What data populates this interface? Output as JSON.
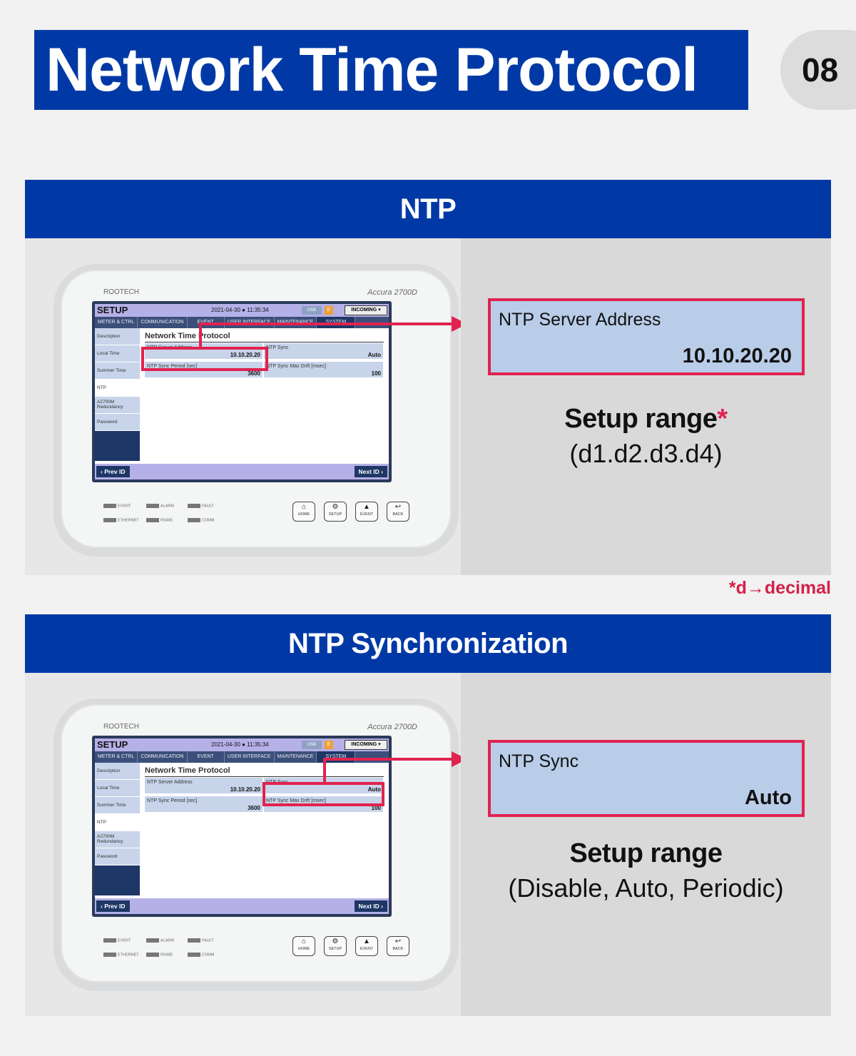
{
  "header": {
    "title": "Network Time Protocol",
    "page_number": "08"
  },
  "note": "*d→decimal",
  "colors": {
    "brand_blue": "#0039a6",
    "highlight_red": "#e0234f",
    "callout_bg": "#b9cde9"
  },
  "device": {
    "brand": "ROOTECH",
    "model": "Accura 2700D",
    "screen_title": "SETUP",
    "date": "2021-04-30",
    "time": "11:35:34",
    "usb_label": "USB",
    "e_badge": "E",
    "incoming_label": "INCOMING",
    "tabs": [
      "METER & CTRL",
      "COMMUNICATION",
      "EVENT",
      "USER INTERFACE",
      "MAINTENANCE",
      "SYSTEM"
    ],
    "side_items": [
      "Description",
      "Local Time",
      "Summer Time",
      "NTP",
      "A2700M Redundancy",
      "Password"
    ],
    "page_heading": "Network Time Protocol",
    "fields": [
      {
        "label": "NTP Server Address",
        "value": "10.10.20.20"
      },
      {
        "label": "NTP Sync",
        "value": "Auto"
      },
      {
        "label": "NTP Sync Period [sec]",
        "value": "3600"
      },
      {
        "label": "NTP Sync Max Drift [msec]",
        "value": "100"
      }
    ],
    "prev_label": "Prev ID",
    "next_label": "Next ID",
    "leds": [
      "EVENT",
      "ALARM",
      "FAULT",
      "ETHERNET",
      "RS485",
      "COMM"
    ],
    "hw_buttons": [
      "HOME",
      "SETUP",
      "EVENT",
      "BACK"
    ]
  },
  "sections": [
    {
      "heading": "NTP",
      "callout_label": "NTP Server Address",
      "callout_value": "10.10.20.20",
      "range_title": "Setup range",
      "range_mark": "*",
      "range_values": "(d1.d2.d3.d4)"
    },
    {
      "heading": "NTP Synchronization",
      "callout_label": "NTP Sync",
      "callout_value": "Auto",
      "range_title": "Setup range",
      "range_mark": "",
      "range_values": "(Disable, Auto, Periodic)"
    }
  ]
}
